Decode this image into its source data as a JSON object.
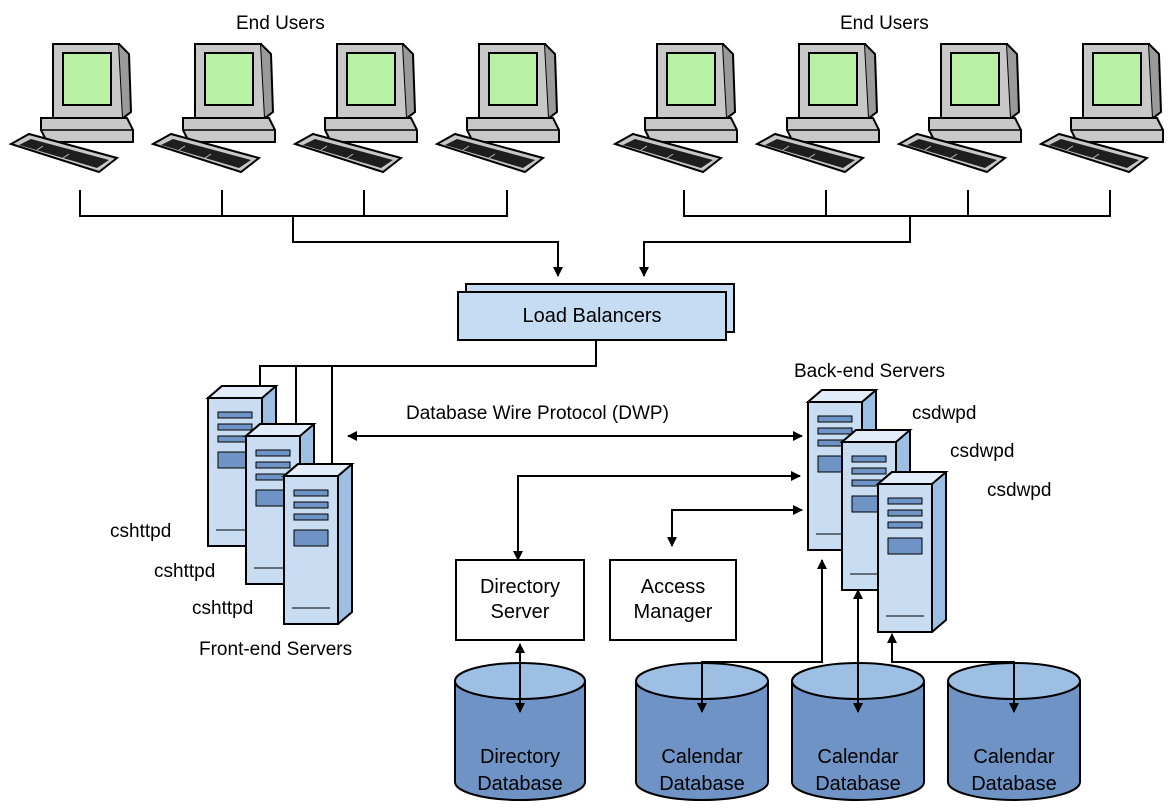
{
  "end_users_left": "End Users",
  "end_users_right": "End Users",
  "load_balancers": "Load Balancers",
  "back_end_servers": "Back-end Servers",
  "front_end_servers": "Front-end Servers",
  "dwp": "Database Wire Protocol (DWP)",
  "csdwpd": [
    "csdwpd",
    "csdwpd",
    "csdwpd"
  ],
  "cshttpd": [
    "cshttpd",
    "cshttpd",
    "cshttpd"
  ],
  "directory_server": {
    "line1": "Directory",
    "line2": "Server"
  },
  "access_manager": {
    "line1": "Access",
    "line2": "Manager"
  },
  "directory_database": {
    "line1": "Directory",
    "line2": "Database"
  },
  "calendar_databases": [
    {
      "line1": "Calendar",
      "line2": "Database"
    },
    {
      "line1": "Calendar",
      "line2": "Database"
    },
    {
      "line1": "Calendar",
      "line2": "Database"
    }
  ],
  "colors": {
    "screen": "#b8f0a4",
    "computer_body": "#c8c8c8",
    "server_light": "#c8dcf2",
    "server_mid": "#9ebfe4",
    "database_fill": "#6f93c4",
    "balancer_fill": "#c6dcf3",
    "line": "#000000"
  }
}
